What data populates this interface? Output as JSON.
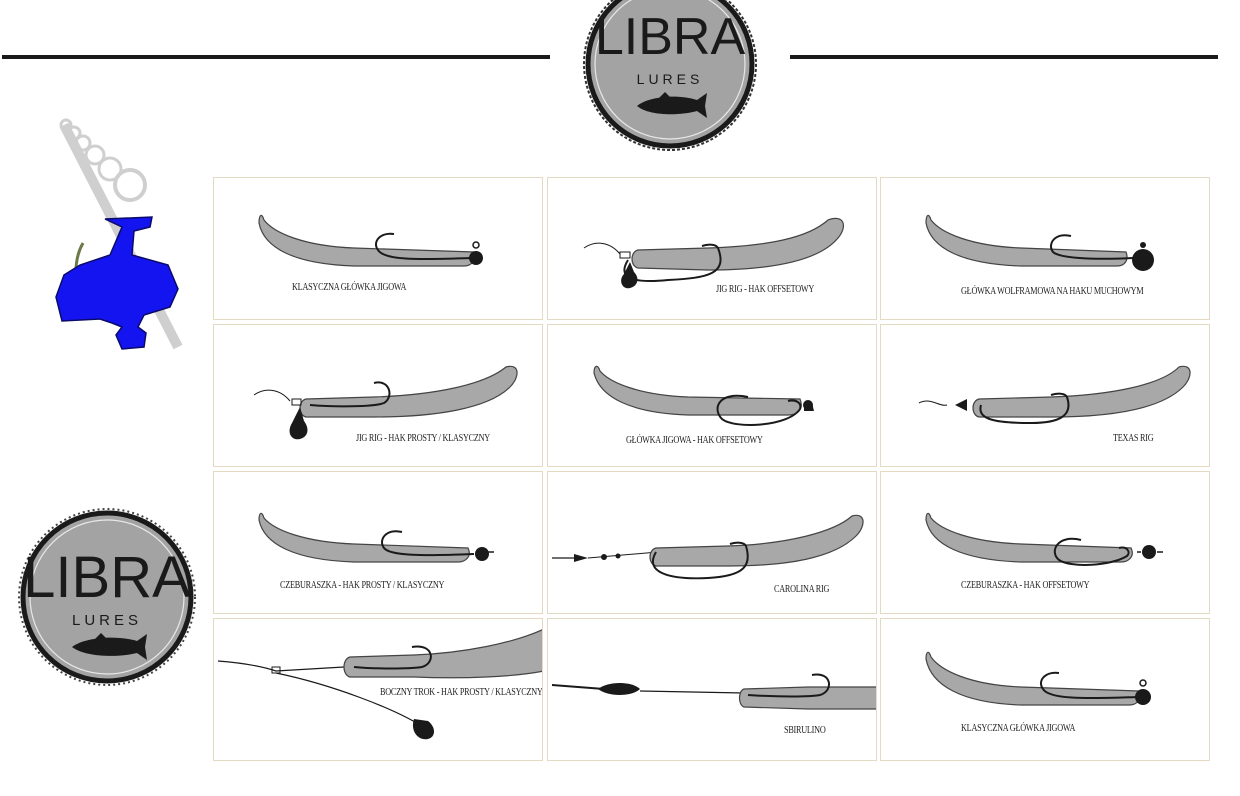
{
  "brand": {
    "name": "LIBRA",
    "sub": "LURES"
  },
  "colors": {
    "reel": "#1414f0",
    "lure": "#a8a8a8",
    "line": "#1a1a1a",
    "card_border": "#e4d9c3"
  },
  "rigs": [
    {
      "label": "KLASYCZNA GŁÓWKA JIGOWA",
      "icon": "jig-head-rig"
    },
    {
      "label": "JIG RIG - HAK OFFSETOWY",
      "icon": "jig-rig-offset"
    },
    {
      "label": "GŁÓWKA WOLFRAMOWA NA HAKU MUCHOWYM",
      "icon": "tungsten-head-rig"
    },
    {
      "label": "JIG RIG - HAK PROSTY / KLASYCZNY",
      "icon": "jig-rig-straight"
    },
    {
      "label": "GŁÓWKA JIGOWA - HAK OFFSETOWY",
      "icon": "jig-head-offset"
    },
    {
      "label": "TEXAS RIG",
      "icon": "texas-rig"
    },
    {
      "label": "CZEBURASZKA - HAK PROSTY / KLASYCZNY",
      "icon": "cheburashka-straight"
    },
    {
      "label": "CAROLINA RIG",
      "icon": "carolina-rig"
    },
    {
      "label": "CZEBURASZKA - HAK OFFSETOWY",
      "icon": "cheburashka-offset"
    },
    {
      "label": "BOCZNY TROK - HAK PROSTY / KLASYCZNY",
      "icon": "drop-shot-side-rig"
    },
    {
      "label": "SBIRULINO",
      "icon": "sbirulino-rig"
    },
    {
      "label": "KLASYCZNA GŁÓWKA JIGOWA",
      "icon": "jig-head-rig"
    }
  ]
}
